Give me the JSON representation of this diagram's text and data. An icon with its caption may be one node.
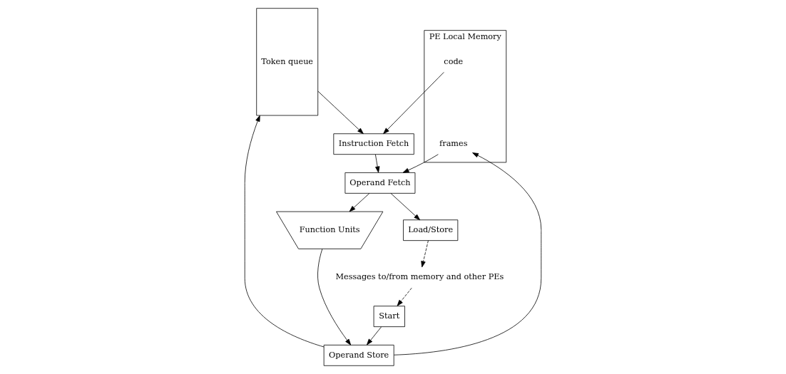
{
  "diagram": {
    "nodes": [
      {
        "text": [
          "Token queue"
        ]
      },
      {
        "text": [
          "PE Local Memory"
        ]
      },
      {
        "text": [
          "code"
        ],
        "in": 1
      },
      {
        "text": [
          "frames"
        ],
        "in": 1
      },
      {
        "text": [
          "Instruction Fetch"
        ]
      },
      {
        "text": [
          "Operand Fetch"
        ]
      },
      {
        "text": [
          "Function Units"
        ]
      },
      {
        "text": [
          "Load/Store"
        ]
      },
      {
        "text": [
          "Start"
        ]
      },
      {
        "text": [
          "Operand Store"
        ]
      },
      {
        "text": [
          "Messages to/from memory and other PEs"
        ]
      }
    ],
    "edges": [
      {
        "from": 0,
        "to": 4,
        "arrow": "to"
      },
      {
        "from": 2,
        "to": 4,
        "arrow": "to"
      },
      {
        "from": 3,
        "to": 5,
        "arrow": "to"
      },
      {
        "from": 4,
        "to": 5,
        "arrow": "to"
      },
      {
        "from": 5,
        "to": 6,
        "arrow": "to"
      },
      {
        "from": 5,
        "to": 7,
        "arrow": "to"
      },
      {
        "from": 7,
        "to": 10,
        "arrow": "to",
        "style": "dashed"
      },
      {
        "from": 10,
        "to": 8,
        "arrow": "to",
        "style": "dashed"
      },
      {
        "from": 6,
        "to": 9,
        "arrow": "to"
      },
      {
        "from": 8,
        "to": 9,
        "arrow": "to"
      },
      {
        "from": 9,
        "to": 3,
        "arrow": "to"
      },
      {
        "from": 9,
        "to": 0,
        "arrow": "to"
      }
    ]
  }
}
